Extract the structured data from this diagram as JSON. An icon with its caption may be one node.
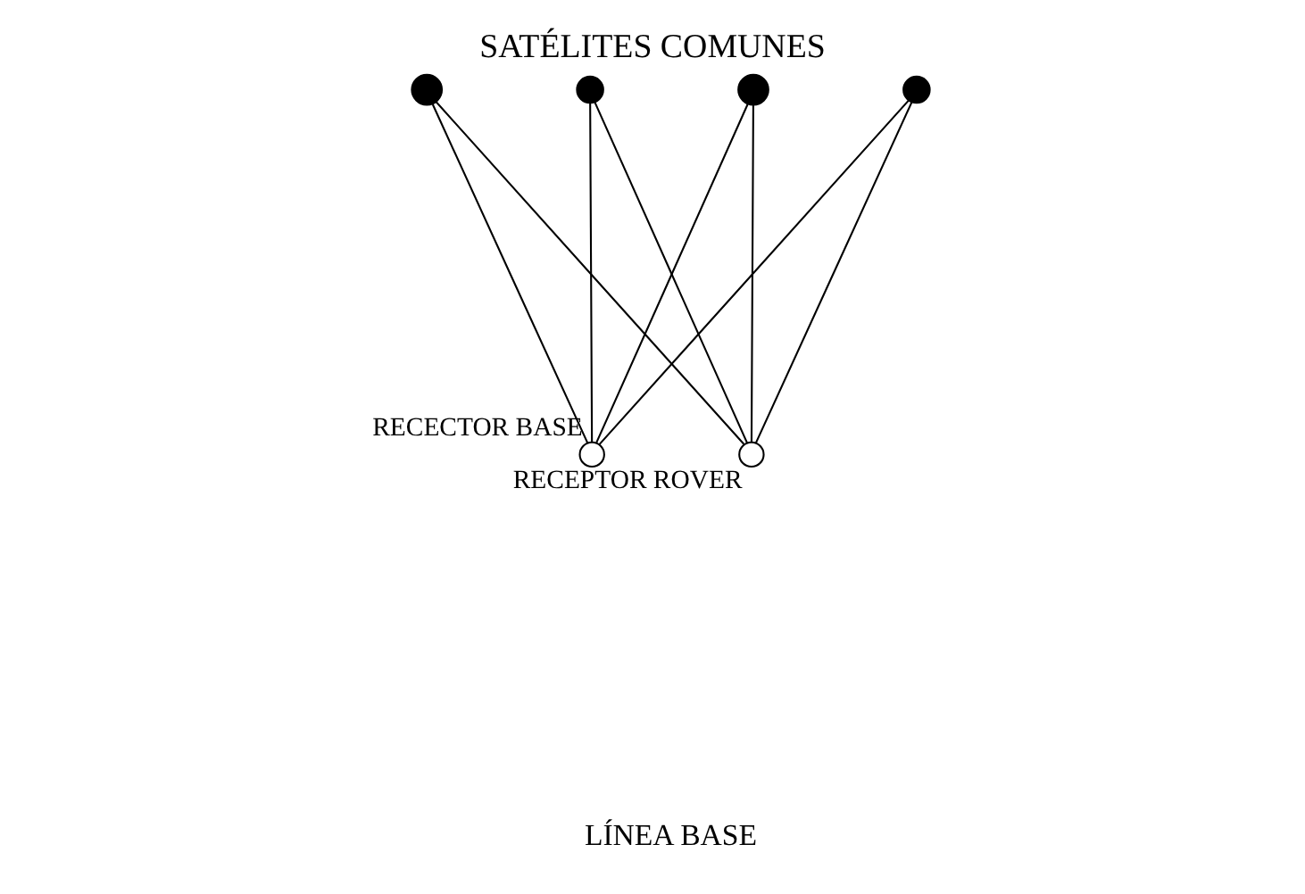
{
  "diagram": {
    "title": "SATÉLITES COMUNES",
    "nodes": [
      {
        "text": [],
        "shape": "circle"
      },
      {
        "text": [],
        "shape": "circle"
      },
      {
        "text": [],
        "shape": "circle"
      },
      {
        "text": [],
        "shape": "circle"
      },
      {
        "text": [],
        "shape": "circle",
        "beside": [
          "RECECTOR BASE"
        ]
      },
      {
        "text": [],
        "shape": "circle",
        "beside": [
          "RECEPTOR ROVER"
        ]
      }
    ],
    "edges": [
      {
        "from": 0,
        "to": 4,
        "arrow": "none"
      },
      {
        "from": 0,
        "to": 5,
        "arrow": "none"
      },
      {
        "from": 1,
        "to": 4,
        "arrow": "none"
      },
      {
        "from": 1,
        "to": 5,
        "arrow": "none"
      },
      {
        "from": 2,
        "to": 4,
        "arrow": "none"
      },
      {
        "from": 2,
        "to": 5,
        "arrow": "none"
      },
      {
        "from": 3,
        "to": 4,
        "arrow": "none"
      },
      {
        "from": 3,
        "to": 5,
        "arrow": "none"
      }
    ],
    "labels": [
      "LÍNEA BASE"
    ]
  }
}
